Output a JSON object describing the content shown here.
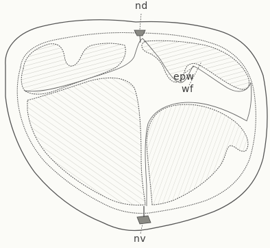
{
  "labels": {
    "nd": "nd",
    "epw": "epw",
    "wf": "wf",
    "nv": "nv"
  },
  "colors": {
    "background": "#fbfbf7",
    "outline": "#555555",
    "hatch": "#b8b8b0",
    "label": "#3a3a3a"
  }
}
